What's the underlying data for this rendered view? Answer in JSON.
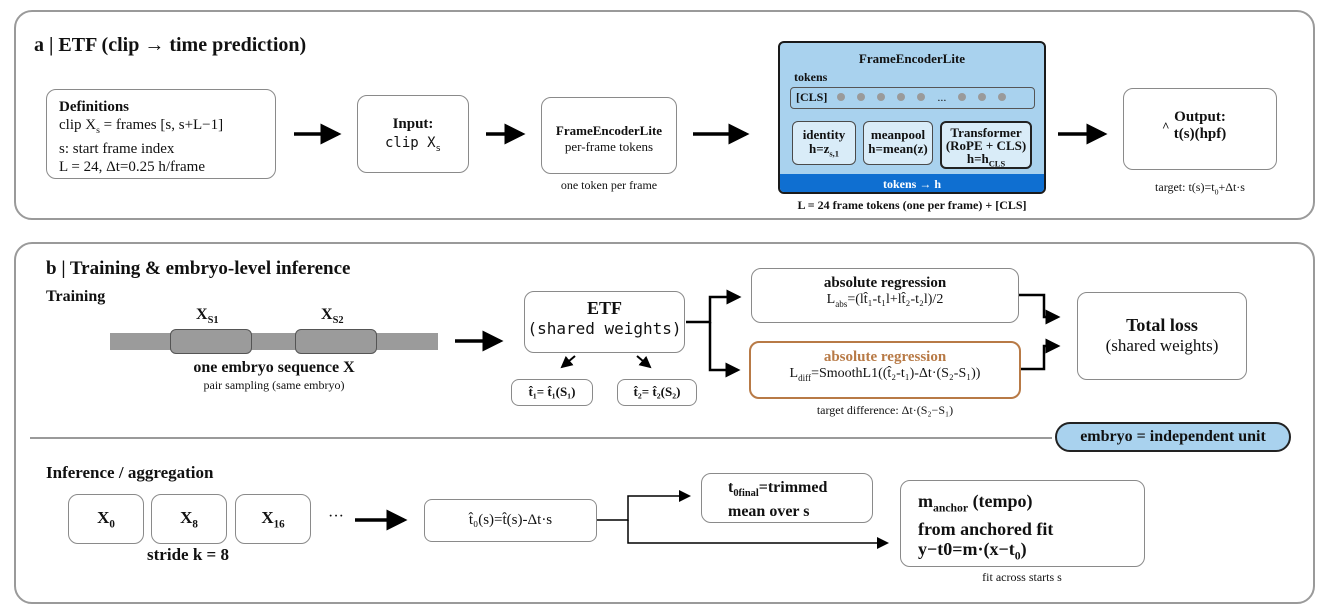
{
  "panel_a": {
    "title": "a | ETF (clip → time prediction)",
    "definitions": {
      "heading": "Definitions",
      "line1_prefix": "clip X",
      "line1_sub": "s",
      "line1_suffix": " = frames [s, s+L−1]",
      "line2": "s: start frame index",
      "line3": "L = 24, Δt=0.25 h/frame"
    },
    "input": {
      "label": "Input:",
      "value_prefix": "clip X",
      "value_sub": "s"
    },
    "encoder_box": {
      "title": "FrameEncoderLite",
      "subtitle": "per-frame tokens",
      "caption": "one token per frame"
    },
    "encoder_detail": {
      "title": "FrameEncoderLite",
      "tokens_label": "tokens",
      "cls": "[CLS]",
      "ellipsis": "...",
      "identity_title": "identity",
      "identity_formula_prefix": "h=z",
      "identity_formula_sub": "s,1",
      "meanpool_title": "meanpool",
      "meanpool_formula": "h=mean(z)",
      "transformer_title": "Transformer",
      "transformer_sub": "(RoPE + CLS)",
      "transformer_formula_prefix": "h=h",
      "transformer_formula_sub": "CLS",
      "bar": "tokens → h",
      "caption": "L = 24 frame tokens (one per frame) + [CLS]"
    },
    "output": {
      "label": "Output:",
      "value": "t(s)(hpf)",
      "hat": "^",
      "caption_prefix": "target: t(s)=t",
      "caption_sub": "0",
      "caption_suffix": "+Δt·s"
    }
  },
  "panel_b": {
    "title": "b | Training & embryo-level inference",
    "training_label": "Training",
    "seq_label_s1_prefix": "X",
    "seq_label_s1_sub": "S1",
    "seq_label_s2_prefix": "X",
    "seq_label_s2_sub": "S2",
    "seq_caption": "one embryo sequence X",
    "seq_subcaption": "pair sampling (same embryo)",
    "etf_title": "ETF",
    "etf_subtitle": "(shared weights)",
    "t1_box": "t̂₁= t̂₁(S₁)",
    "t2_box": "t̂₂= t̂₂(S₂)",
    "abs_reg_title": "absolute regression",
    "abs_reg_formula_prefix": "L",
    "abs_reg_formula_sub": "abs",
    "abs_reg_formula_suffix": "=(lt̂₁-t₁l+lt̂₂-t₂l)/2",
    "diff_reg_title": "absolute regression",
    "diff_reg_formula_prefix": "L",
    "diff_reg_formula_sub": "diff",
    "diff_reg_formula_suffix": "=SmoothL1((t̂₂-t₁)-Δt·(S₂-S₁))",
    "diff_caption": "target difference: Δt·(S₂−S₁)",
    "total_loss_title": "Total loss",
    "total_loss_sub": "(shared weights)",
    "embryo_pill": "embryo = independent unit",
    "inference_label": "Inference / aggregation",
    "clip0_prefix": "X",
    "clip0_sub": "0",
    "clip8_prefix": "X",
    "clip8_sub": "8",
    "clip16_prefix": "X",
    "clip16_sub": "16",
    "clips_ellipsis": "···",
    "stride": "stride k = 8",
    "t0_box": "t̂₀(s)=t̂(s)-Δt·s",
    "trimmed_prefix": "t",
    "trimmed_sub": "0final",
    "trimmed_suffix": "=trimmed",
    "trimmed_line2": "mean over s",
    "anchor_prefix": "m",
    "anchor_sub": "anchor",
    "anchor_suffix": " (tempo)",
    "anchor_line2": "from anchored fit",
    "anchor_line3_prefix": "y−t0=m·(x−t",
    "anchor_line3_sub": "0",
    "anchor_line3_suffix": ")",
    "anchor_caption": "fit across starts s"
  },
  "colors": {
    "panel_border": "#9a9a9a",
    "encoder_fill": "#a9d2ee",
    "encoder_bar": "#0f6fd1",
    "pill_fill": "#a9d2ee",
    "diff_border": "#b87a46",
    "diff_title": "#b87a46",
    "sequence_bar": "#9b9b9b"
  }
}
